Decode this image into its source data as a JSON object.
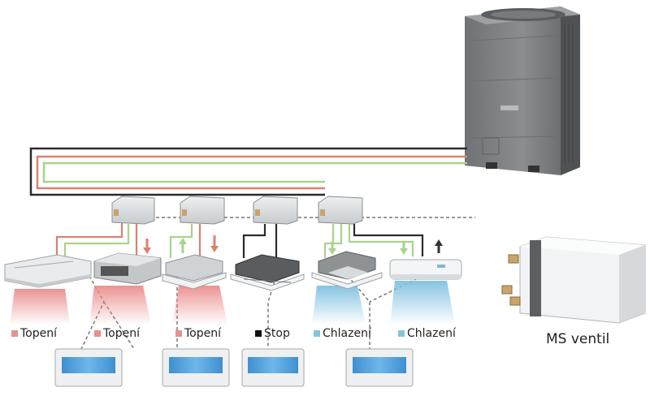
{
  "colors": {
    "heating": "#e89090",
    "stop": "#111111",
    "cooling": "#86c4dc",
    "pipe_dark": "#222222",
    "pipe_red": "#d9826f",
    "pipe_green": "#a9d38c",
    "unit_grey": "#7d8183"
  },
  "labels": [
    {
      "text": "Topení",
      "mode": "heating"
    },
    {
      "text": "Topení",
      "mode": "heating"
    },
    {
      "text": "Topení",
      "mode": "heating"
    },
    {
      "text": "Stop",
      "mode": "stop"
    },
    {
      "text": "Chlazení",
      "mode": "cooling"
    },
    {
      "text": "Chlazení",
      "mode": "cooling"
    }
  ],
  "ms_ventil_caption": "MS ventil"
}
